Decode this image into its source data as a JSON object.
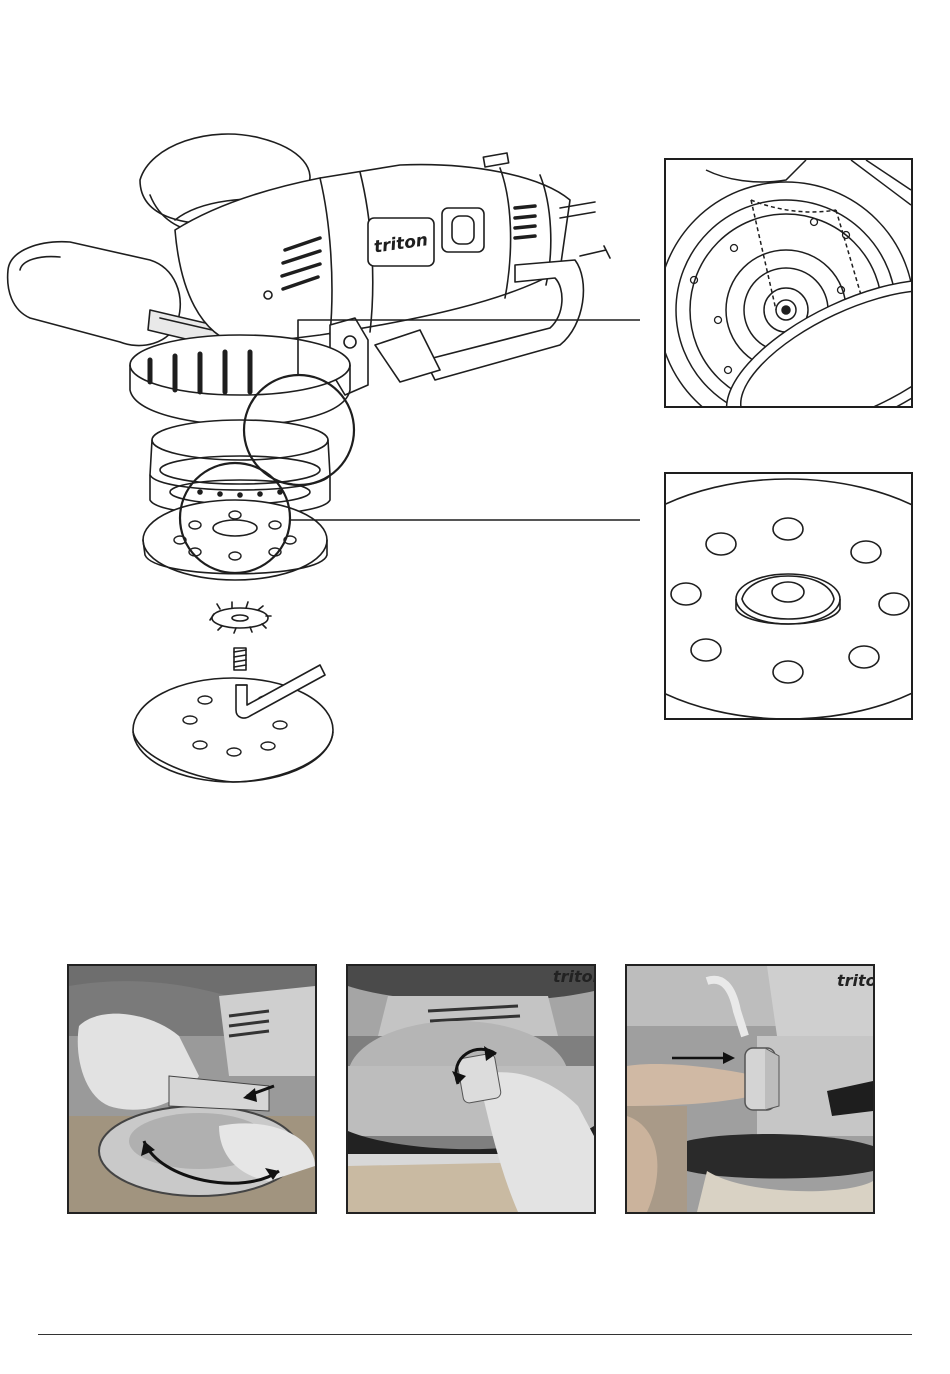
{
  "brand": {
    "logo": "triton"
  },
  "figures": {
    "exploded": {
      "parts": [
        "sander-body",
        "dust-shroud",
        "sanding-pad",
        "hook-loop-disc",
        "lock-washer",
        "pad-bolt",
        "hex-key",
        "abrasive-disc"
      ]
    },
    "detail_shroud": {
      "icon": "shroud-detail-inset"
    },
    "detail_pad": {
      "icon": "pad-hub-detail-inset"
    }
  },
  "photos": [
    {
      "id": "photo-rotate-shroud",
      "icon": "rotate-arrow-icon"
    },
    {
      "id": "photo-twist-lock",
      "icon": "rotate-arrow-icon"
    },
    {
      "id": "photo-press-button",
      "icon": "push-arrow-icon"
    }
  ],
  "colors": {
    "line": "#1e1e1e",
    "photo_dark": "#3a3a3a",
    "photo_mid": "#8a8a8a",
    "photo_light": "#cfcfcf"
  }
}
